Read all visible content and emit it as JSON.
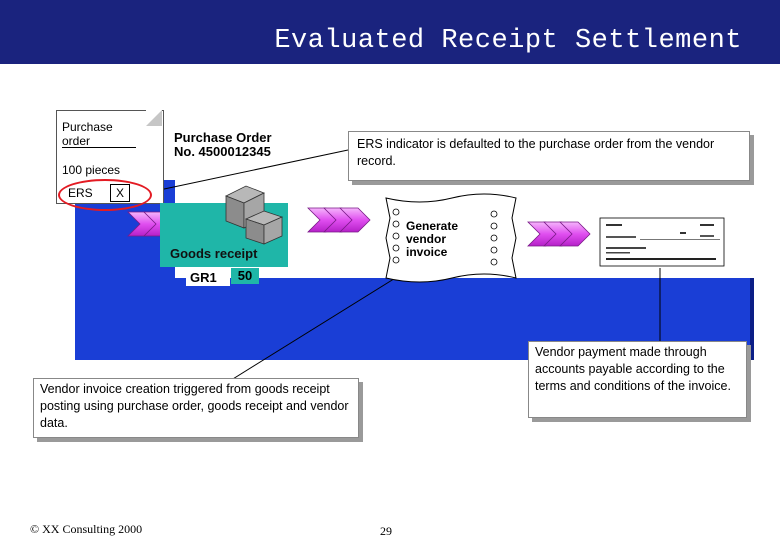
{
  "title": "Evaluated Receipt Settlement",
  "purchase_order_doc": {
    "label": "Purchase order",
    "quantity": "100 pieces",
    "ers_label": "ERS",
    "ers_value": "X"
  },
  "po_number": {
    "line1": "Purchase Order",
    "line2": "No. 4500012345"
  },
  "goods_receipt": {
    "label": "Goods receipt",
    "doc_id": "GR1",
    "quantity": "50"
  },
  "generate_invoice": {
    "line1": "Generate",
    "line2": "vendor",
    "line3": "invoice"
  },
  "callouts": {
    "ers_default": "ERS indicator is defaulted to the purchase order from the vendor record.",
    "invoice_trigger": "Vendor invoice creation triggered from goods receipt posting using purchase order, goods receipt and vendor data.",
    "vendor_payment": "Vendor payment made through accounts payable according to the terms and conditions of the invoice."
  },
  "colors": {
    "title_bar": "#1a237e",
    "band": "#1a3ed6",
    "arrow": "#d946ef",
    "goods_panel": "#1fb6a8",
    "highlight": "#e31b23"
  },
  "footer": {
    "copyright": "© XX Consulting 2000",
    "page": "29"
  }
}
